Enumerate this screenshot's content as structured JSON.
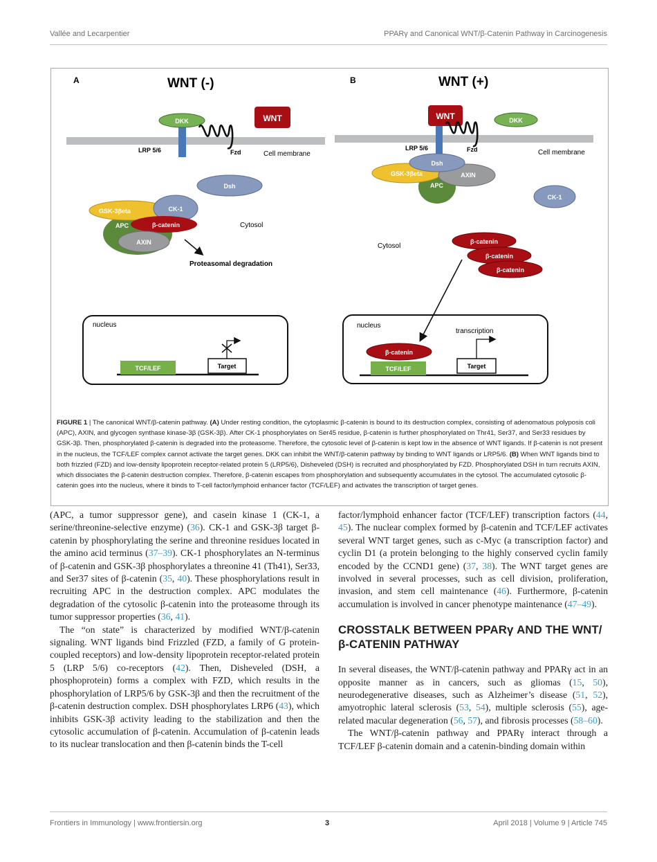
{
  "header": {
    "authors": "Vallée and Lecarpentier",
    "running_title": "PPARγ and Canonical WNT/β-Catenin Pathway in Carcinogenesis"
  },
  "figure": {
    "panel_a": {
      "letter": "A",
      "title": "WNT (-)",
      "dkk": "DKK",
      "wnt": "WNT",
      "lrp": "LRP 5/6",
      "fzd": "Fzd",
      "membrane": "Cell membrane",
      "dsh": "Dsh",
      "gsk": "GSK-3βeta",
      "ck1": "CK-1",
      "apc": "APC",
      "bcat": "β-catenin",
      "axin": "AXIN",
      "cytosol": "Cytosol",
      "degradation": "Proteasomal degradation",
      "nucleus": "nucleus",
      "tcf": "TCF/LEF",
      "target": "Target"
    },
    "panel_b": {
      "letter": "B",
      "title": "WNT (+)",
      "wnt": "WNT",
      "dkk": "DKK",
      "lrp": "LRP 5/6",
      "fzd": "Fzd",
      "membrane": "Cell membrane",
      "dsh": "Dsh",
      "gsk": "GSK-3βeta",
      "axin": "AXIN",
      "apc": "APC",
      "ck1": "CK-1",
      "cytosol": "Cytosol",
      "bcat1": "β-catenin",
      "bcat2": "β-catenin",
      "bcat3": "β-catenin",
      "nucleus": "nucleus",
      "transcription": "transcription",
      "bcat_nuc": "β-catenin",
      "tcf": "TCF/LEF",
      "target": "Target"
    },
    "colors": {
      "membrane": "#bcbdbf",
      "dkk": "#77b255",
      "wnt": "#a80f14",
      "lrp": "#4a78b6",
      "dsh": "#8799bc",
      "gsk": "#f0c12f",
      "apc": "#5b8a3a",
      "axin": "#9a9b9d",
      "tcf": "#76b048"
    }
  },
  "caption": {
    "label": "FIGURE 1",
    "intro": " | The canonical WNT/β-catenin pathway. ",
    "a_label": "(A)",
    "a_text": " Under resting condition, the cytoplasmic β-catenin is bound to its destruction complex, consisting of adenomatous polyposis coli (APC), AXIN, and glycogen synthase kinase-3β (GSK-3β). After CK-1 phosphorylates on Ser45 residue, β-catenin is further phosphorylated on Thr41, Ser37, and Ser33 residues by GSK-3β. Then, phosphorylated β-catenin is degraded into the proteasome. Therefore, the cytosolic level of β-catenin is kept low in the absence of WNT ligands. If β-catenin is not present in the nucleus, the TCF/LEF complex cannot activate the target genes. DKK can inhibit the WNT/β-catenin pathway by binding to WNT ligands or LRP5/6. ",
    "b_label": "(B)",
    "b_text": " When WNT ligands bind to both frizzled (FZD) and low-density lipoprotein receptor-related protein 5 (LRP5/6), Disheveled (DSH) is recruited and phosphorylated by FZD. Phosphorylated DSH in turn recruits AXIN, which dissociates the β-catenin destruction complex. Therefore, β-catenin escapes from phosphorylation and subsequently accumulates in the cytosol. The accumulated cytosolic β-catenin goes into the nucleus, where it binds to T-cell factor/lymphoid enhancer factor (TCF/LEF) and activates the transcription of target genes."
  },
  "left_column": {
    "p1": {
      "t1": "(APC, a tumor suppressor gene), and casein kinase 1 (CK-1, a serine/threonine-selective enzyme) (",
      "r1": "36",
      "t2": "). CK-1 and GSK-3β target β-catenin by phosphorylating the serine and threonine residues located in the amino acid terminus (",
      "r2": "37–39",
      "t3": "). CK-1 phosphorylates an N-terminus of β-catenin and GSK-3β phosphorylates a threonine 41 (Th41), Ser33, and Ser37 sites of β-catenin (",
      "r3": "35",
      "t4": ", ",
      "r4": "40",
      "t5": "). These phosphorylations result in recruiting APC in the destruction complex. APC modulates the degradation of the cytosolic β-catenin into the proteasome through its tumor suppressor properties (",
      "r5": "36",
      "t6": ", ",
      "r6": "41",
      "t7": ")."
    },
    "p2": {
      "t1": "The “on state” is characterized by modified WNT/β-catenin signaling. WNT ligands bind Frizzled (FZD, a family of G protein-coupled receptors) and low-density lipoprotein receptor-related protein 5 (LRP 5/6) co-receptors (",
      "r1": "42",
      "t2": "). Then, Disheveled (DSH, a phosphoprotein) forms a complex with FZD, which results in the phosphorylation of LRP5/6 by GSK-3β and then the recruitment of the β-catenin destruction complex. DSH phosphorylates LRP6 (",
      "r2": "43",
      "t3": "), which inhibits GSK-3β activity leading to the stabilization and then the cytosolic accumulation of β-catenin. Accumulation of β-catenin leads to its nuclear translocation and then β-catenin binds the T-cell"
    }
  },
  "right_column": {
    "p1": {
      "t1": "factor/lymphoid enhancer factor (TCF/LEF) transcription factors (",
      "r1": "44",
      "t2": ", ",
      "r2": "45",
      "t3": "). The nuclear complex formed by β-catenin and TCF/LEF activates several WNT target genes, such as c-Myc (a transcription factor) and cyclin D1 (a protein belonging to the highly conserved cyclin family encoded by the CCND1 gene) (",
      "r3": "37",
      "t4": ", ",
      "r4": "38",
      "t5": "). The WNT target genes are involved in several processes, such as cell division, proliferation, invasion, and stem cell maintenance (",
      "r5": "46",
      "t6": "). Furthermore, β-catenin accumulation is involved in cancer phenotype maintenance (",
      "r6": "47–49",
      "t7": ")."
    },
    "heading": "CROSSTALK BETWEEN PPARγ AND THE WNT/β-CATENIN PATHWAY",
    "p2": {
      "t1": "In several diseases, the WNT/β-catenin pathway and PPARγ act in an opposite manner as in cancers, such as gliomas (",
      "r1": "15",
      "t2": ", ",
      "r2": "50",
      "t3": "), neurodegenerative diseases, such as Alzheimer’s disease (",
      "r3": "51",
      "t4": ", ",
      "r4": "52",
      "t5": "), amyotrophic lateral sclerosis (",
      "r5": "53",
      "t6": ", ",
      "r6": "54",
      "t7": "), multiple sclerosis (",
      "r7": "55",
      "t8": "), age-related macular degeneration (",
      "r8": "56",
      "t9": ", ",
      "r9": "57",
      "t10": "), and fibrosis processes (",
      "r10": "58–60",
      "t11": ")."
    },
    "p3": {
      "t1": "The WNT/β-catenin pathway and PPARγ interact through a TCF/LEF β-catenin domain and a catenin-binding domain within"
    }
  },
  "footer": {
    "journal": "Frontiers in Immunology | www.frontiersin.org",
    "page": "3",
    "issue": "April 2018 | Volume 9 | Article 745"
  }
}
